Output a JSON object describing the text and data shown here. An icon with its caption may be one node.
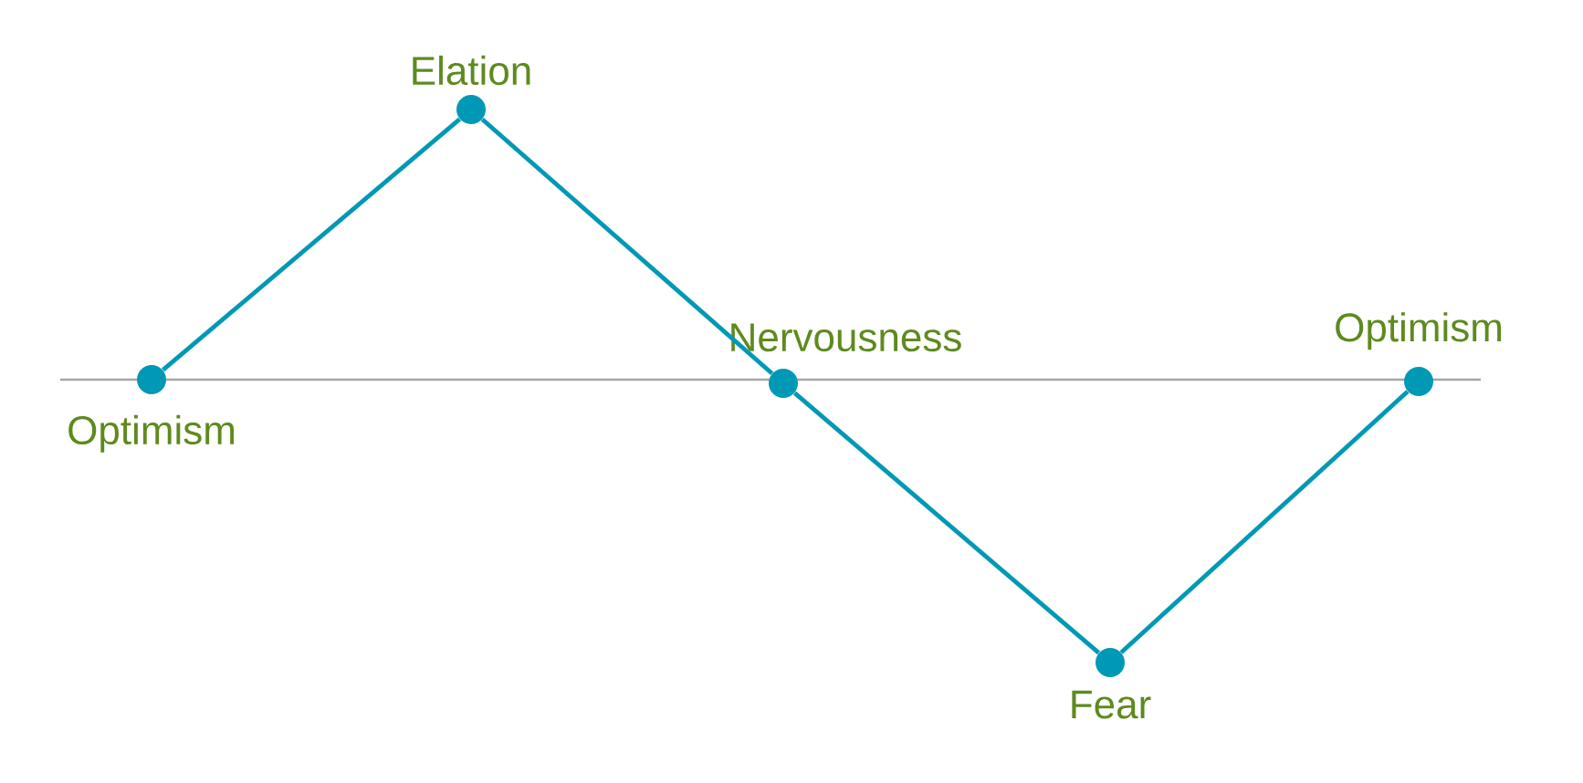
{
  "diagram": {
    "nodes": [
      {
        "text": [
          "Optimism"
        ]
      },
      {
        "text": [
          "Elation"
        ]
      },
      {
        "text": [
          "Nervousness"
        ]
      },
      {
        "text": [
          "Fear"
        ]
      },
      {
        "text": [
          "Optimism"
        ]
      }
    ],
    "edges": [
      {
        "from": 0,
        "to": 1,
        "arrow": "none"
      },
      {
        "from": 1,
        "to": 2,
        "arrow": "none"
      },
      {
        "from": 2,
        "to": 3,
        "arrow": "none"
      },
      {
        "from": 3,
        "to": 4,
        "arrow": "none"
      }
    ]
  }
}
